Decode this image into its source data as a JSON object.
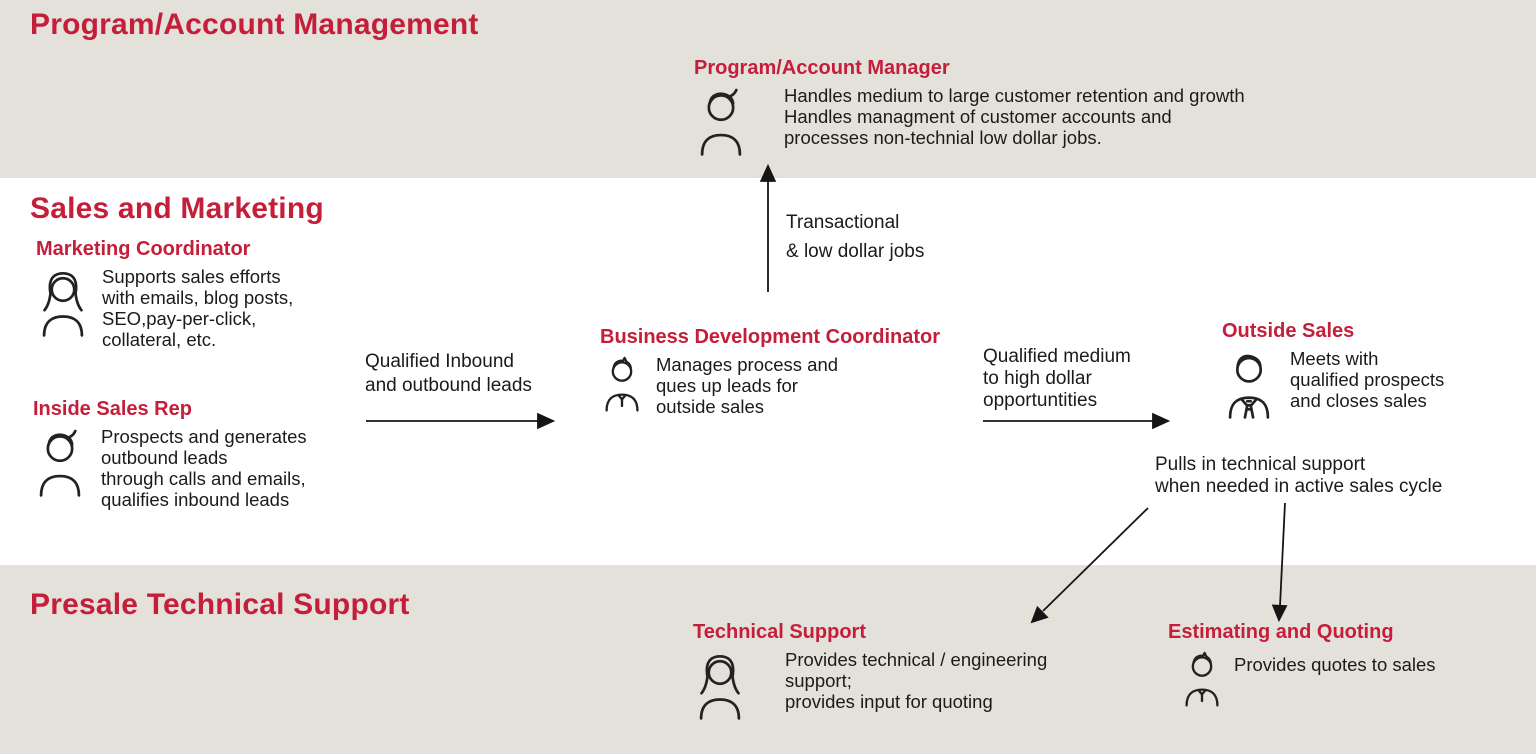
{
  "colors": {
    "accent": "#c41e3a",
    "band_background": "#e4e1da",
    "text": "#1b1b1b",
    "arrow": "#151515"
  },
  "sections": {
    "program": {
      "title": "Program/Account Management"
    },
    "sales": {
      "title": "Sales and Marketing"
    },
    "presale": {
      "title": "Presale Technical Support"
    }
  },
  "roles": {
    "program_account_manager": {
      "title": "Program/Account Manager",
      "icon": "man-bust-icon",
      "description": "Handles medium to large customer retention and growth\nHandles managment  of customer accounts and\nprocesses non-technial low dollar jobs."
    },
    "marketing_coordinator": {
      "title": "Marketing Coordinator",
      "icon": "woman-bust-icon",
      "description": "Supports sales efforts\nwith emails, blog posts,\nSEO,pay-per-click,\ncollateral, etc."
    },
    "inside_sales_rep": {
      "title": "Inside Sales Rep",
      "icon": "man-bust-icon",
      "description": "Prospects and generates\noutbound leads\nthrough calls and emails,\nqualifies inbound leads"
    },
    "business_development_coordinator": {
      "title": "Business Development Coordinator",
      "icon": "man-tie-bust-icon",
      "description": "Manages process and\nques up leads for\noutside sales"
    },
    "outside_sales": {
      "title": "Outside Sales",
      "icon": "man-suit-bust-icon",
      "description": "Meets with\nqualified prospects\nand closes sales"
    },
    "technical_support": {
      "title": "Technical Support",
      "icon": "woman-bust-icon",
      "description": "Provides technical / engineering\nsupport;\nprovides input for quoting"
    },
    "estimating_quoting": {
      "title": "Estimating and Quoting",
      "icon": "man-tie-bust-icon",
      "description": "Provides quotes to sales"
    }
  },
  "flows": {
    "inbound_leads": {
      "label": "Qualified Inbound\nand outbound leads"
    },
    "transactional": {
      "label": "Transactional\n& low dollar jobs"
    },
    "medium_high_dollar": {
      "label": "Qualified medium\nto high dollar\nopportuntities"
    },
    "pulls_support": {
      "label": "Pulls in technical support\nwhen needed in active sales cycle"
    }
  }
}
